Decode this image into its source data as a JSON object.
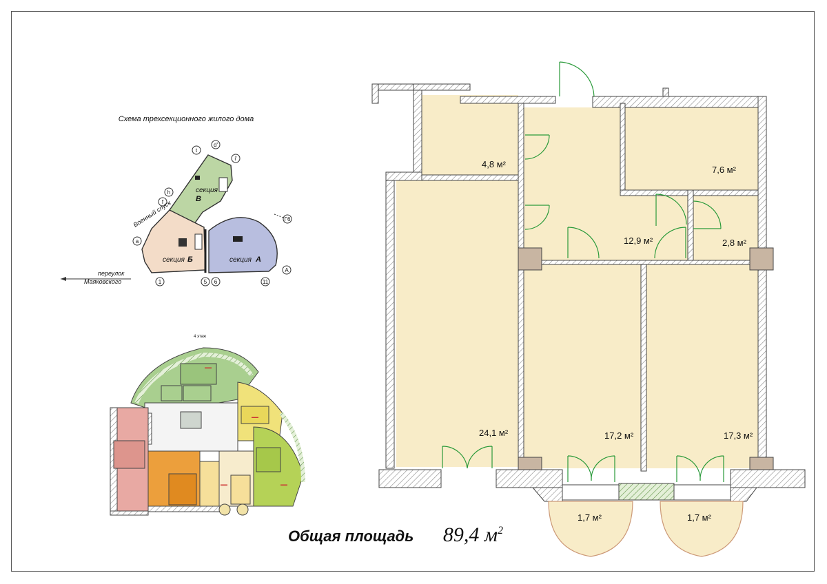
{
  "scheme": {
    "title": "Схема  трехсекционного  жилого  дома",
    "street1": "Военный  спуск",
    "street2_line1": "переулок",
    "street2_line2": "Маяковского",
    "sections": {
      "a": "секция",
      "a_letter": "А",
      "b": "секция",
      "b_letter": "Б",
      "v": "секция",
      "v_letter": "В"
    },
    "axes": [
      "t",
      "d'",
      "i'",
      "h",
      "f",
      "a",
      "1",
      "5",
      "6",
      "11",
      "A",
      "Г6"
    ],
    "colors": {
      "section_a": "#b8bedf",
      "section_b": "#f3dcc8",
      "section_v": "#bcd6a4"
    }
  },
  "floor_plan": {
    "floor_label": "4 этаж",
    "colors": {
      "green": "#a9cf8f",
      "yellow": "#f0e27a",
      "orange": "#ec9f3c",
      "pink": "#e8a9a3",
      "lime": "#b5d257"
    }
  },
  "apartment": {
    "rooms": [
      {
        "id": "storage",
        "area": "4,8 м²"
      },
      {
        "id": "bedroom-small",
        "area": "7,6 м²"
      },
      {
        "id": "hall",
        "area": "12,9 м²"
      },
      {
        "id": "bathroom",
        "area": "2,8 м²"
      },
      {
        "id": "living",
        "area": "24,1 м²"
      },
      {
        "id": "bedroom1",
        "area": "17,2 м²"
      },
      {
        "id": "bedroom2",
        "area": "17,3 м²"
      },
      {
        "id": "balcony1",
        "area": "1,7 м²"
      },
      {
        "id": "balcony2",
        "area": "1,7 м²"
      }
    ],
    "colors": {
      "room_fill": "#f8ecc8",
      "wall": "#d9d0b6"
    }
  },
  "total": {
    "label": "Общая площадь",
    "value": "89,4 м",
    "sup": "2"
  }
}
